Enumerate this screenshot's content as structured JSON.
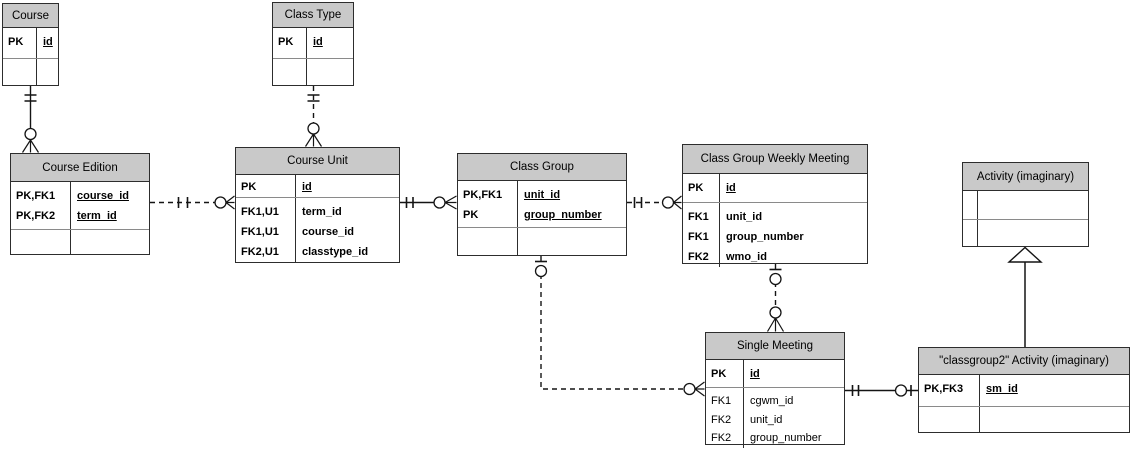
{
  "diagram": {
    "background": "#ffffff",
    "colors": {
      "header_fill": "#c9c9c9",
      "border": "#2d2d2d",
      "section_divider": "#8a8a8a",
      "line": "#141414"
    },
    "entities": {
      "course": {
        "title": "Course",
        "keys": [
          {
            "label": "PK",
            "field": "id"
          }
        ]
      },
      "class_type": {
        "title": "Class Type",
        "keys": [
          {
            "label": "PK",
            "field": "id"
          }
        ]
      },
      "course_edition": {
        "title": "Course Edition",
        "keys": [
          {
            "label": "PK,FK1",
            "field": "course_id"
          },
          {
            "label": "PK,FK2",
            "field": "term_id"
          }
        ]
      },
      "course_unit": {
        "title": "Course Unit",
        "keys": [
          {
            "label": "PK",
            "field": "id"
          }
        ],
        "attributes": [
          {
            "label": "FK1,U1",
            "field": "term_id"
          },
          {
            "label": "FK1,U1",
            "field": "course_id"
          },
          {
            "label": "FK2,U1",
            "field": "classtype_id"
          }
        ]
      },
      "class_group": {
        "title": "Class Group",
        "keys": [
          {
            "label": "PK,FK1",
            "field": "unit_id"
          },
          {
            "label": "PK",
            "field": "group_number"
          }
        ]
      },
      "class_group_weekly_meeting": {
        "title": "Class Group Weekly Meeting",
        "keys": [
          {
            "label": "PK",
            "field": "id"
          }
        ],
        "attributes": [
          {
            "label": "FK1",
            "field": "unit_id"
          },
          {
            "label": "FK1",
            "field": "group_number"
          },
          {
            "label": "FK2",
            "field": "wmo_id"
          }
        ]
      },
      "activity": {
        "title": "Activity (imaginary)"
      },
      "single_meeting": {
        "title": "Single Meeting",
        "keys": [
          {
            "label": "PK",
            "field": "id"
          }
        ],
        "attributes": [
          {
            "label": "FK1",
            "field": "cgwm_id"
          },
          {
            "label": "FK2",
            "field": "unit_id"
          },
          {
            "label": "FK2",
            "field": "group_number"
          }
        ]
      },
      "classgroup2_activity": {
        "title": "\"classgroup2\" Activity (imaginary)",
        "keys": [
          {
            "label": "PK,FK3",
            "field": "sm_id"
          }
        ]
      }
    },
    "relationships": [
      {
        "from": "Course",
        "to": "Course Edition",
        "line": "solid",
        "from_end": "exactly-one",
        "to_end": "zero-or-many"
      },
      {
        "from": "Class Type",
        "to": "Course Unit",
        "line": "dashed",
        "from_end": "exactly-one",
        "to_end": "zero-or-many"
      },
      {
        "from": "Course Edition",
        "to": "Course Unit",
        "line": "dashed",
        "from_end": "exactly-one",
        "to_end": "zero-or-many"
      },
      {
        "from": "Course Unit",
        "to": "Class Group",
        "line": "solid",
        "from_end": "exactly-one",
        "to_end": "zero-or-many"
      },
      {
        "from": "Class Group",
        "to": "Class Group Weekly Meeting",
        "line": "dashed",
        "from_end": "exactly-one",
        "to_end": "zero-or-many"
      },
      {
        "from": "Class Group",
        "to": "Single Meeting",
        "line": "dashed",
        "from_end": "zero-or-one",
        "to_end": "zero-or-many"
      },
      {
        "from": "Class Group Weekly Meeting",
        "to": "Single Meeting",
        "line": "dashed",
        "from_end": "zero-or-one",
        "to_end": "zero-or-many"
      },
      {
        "from": "Single Meeting",
        "to": "\"classgroup2\" Activity (imaginary)",
        "line": "solid",
        "from_end": "exactly-one",
        "to_end": "zero-or-one"
      },
      {
        "from": "\"classgroup2\" Activity (imaginary)",
        "to": "Activity (imaginary)",
        "line": "solid",
        "type": "inheritance"
      }
    ]
  }
}
